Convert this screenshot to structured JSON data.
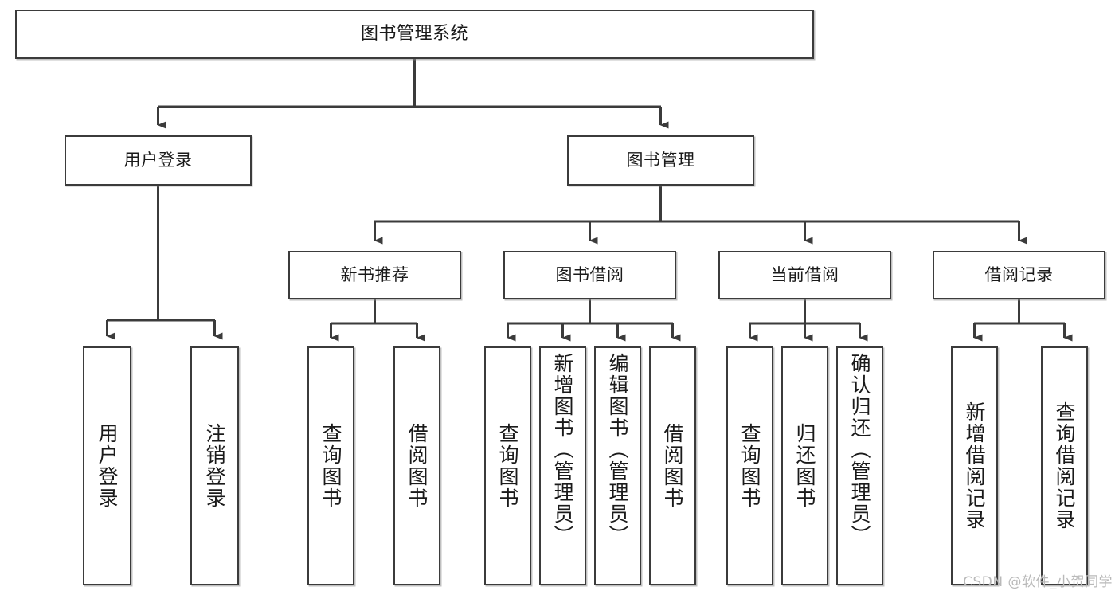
{
  "diagram": {
    "type": "tree",
    "title": "图书管理系统",
    "orientation": "top-down",
    "line_color": "#3b3b3b",
    "box_fill": "#ffffff",
    "text_color": "#1a1a1a",
    "levels": 4
  },
  "nodes": {
    "root": {
      "label": "图书管理系统"
    },
    "level2": [
      {
        "label": "用户登录"
      },
      {
        "label": "图书管理"
      }
    ],
    "level3": [
      {
        "label": "新书推荐"
      },
      {
        "label": "图书借阅"
      },
      {
        "label": "当前借阅"
      },
      {
        "label": "借阅记录"
      }
    ],
    "leaves_user_login": [
      {
        "label": "用户登录"
      },
      {
        "label": "注销登录"
      }
    ],
    "leaves_new_books": [
      {
        "label": "查询图书"
      },
      {
        "label": "借阅图书"
      }
    ],
    "leaves_borrow": [
      {
        "label": "查询图书"
      },
      {
        "label": "新增图书（管理员）"
      },
      {
        "label": "编辑图书（管理员）"
      },
      {
        "label": "借阅图书"
      }
    ],
    "leaves_current": [
      {
        "label": "查询图书"
      },
      {
        "label": "归还图书"
      },
      {
        "label": "确认归还（管理员）"
      }
    ],
    "leaves_records": [
      {
        "label": "新增借阅记录"
      },
      {
        "label": "查询借阅记录"
      }
    ]
  },
  "watermark": {
    "text": "CSDN @软件_小贺同学"
  }
}
